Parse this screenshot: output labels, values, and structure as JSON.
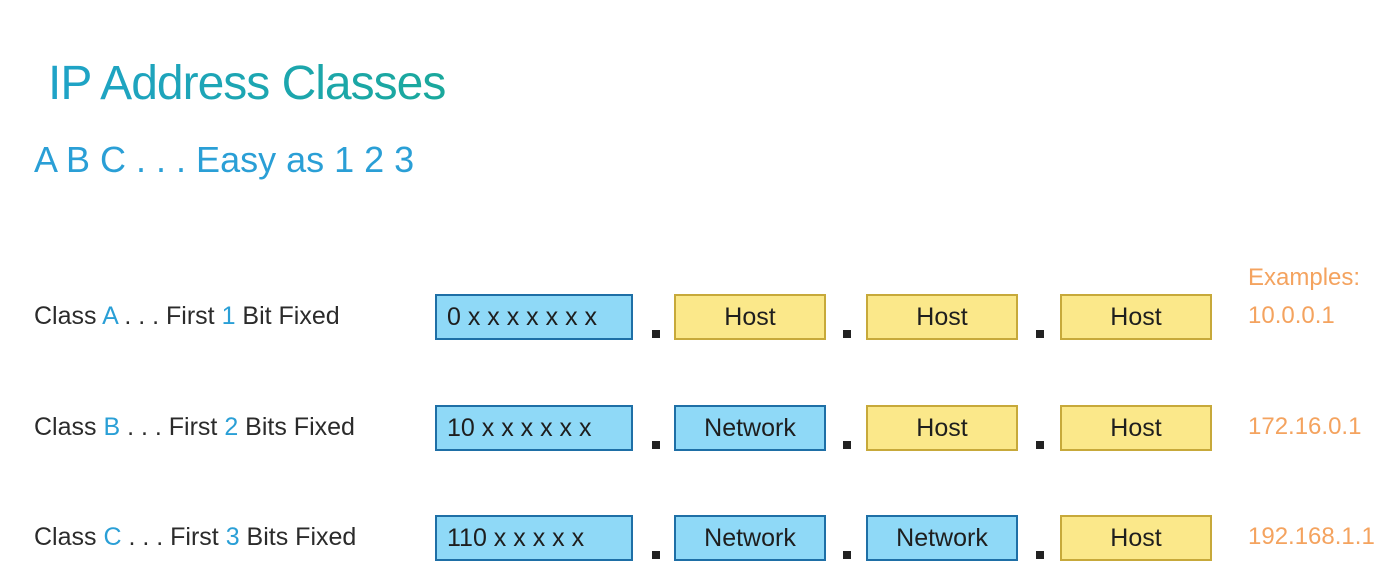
{
  "title": "IP Address Classes",
  "subtitle": "A B C . . . Easy as 1 2 3",
  "examples_heading": "Examples:",
  "colors": {
    "title": "#1aa6a6",
    "accent": "#2a9fd6",
    "network_fill": "#8fd9f7",
    "host_fill": "#fbe88a",
    "example_text": "#f4a35f"
  },
  "rows": [
    {
      "label_prefix": "Class ",
      "class_letter": "A",
      "label_mid": " . . . First ",
      "bit_count": "1",
      "label_suffix": " Bit Fixed",
      "octets": [
        {
          "text": "0 x x x x x x x",
          "kind": "bits"
        },
        {
          "text": "Host",
          "kind": "host"
        },
        {
          "text": "Host",
          "kind": "host"
        },
        {
          "text": "Host",
          "kind": "host"
        }
      ],
      "example": "10.0.0.1"
    },
    {
      "label_prefix": "Class ",
      "class_letter": "B",
      "label_mid": " . . . First ",
      "bit_count": "2",
      "label_suffix": " Bits Fixed",
      "octets": [
        {
          "text": "10 x x x x x x",
          "kind": "bits"
        },
        {
          "text": "Network",
          "kind": "network"
        },
        {
          "text": "Host",
          "kind": "host"
        },
        {
          "text": "Host",
          "kind": "host"
        }
      ],
      "example": "172.16.0.1"
    },
    {
      "label_prefix": "Class ",
      "class_letter": "C",
      "label_mid": " . . . First ",
      "bit_count": "3",
      "label_suffix": " Bits Fixed",
      "octets": [
        {
          "text": "110 x x x x x",
          "kind": "bits"
        },
        {
          "text": "Network",
          "kind": "network"
        },
        {
          "text": "Network",
          "kind": "network"
        },
        {
          "text": "Host",
          "kind": "host"
        }
      ],
      "example": "192.168.1.1"
    }
  ]
}
